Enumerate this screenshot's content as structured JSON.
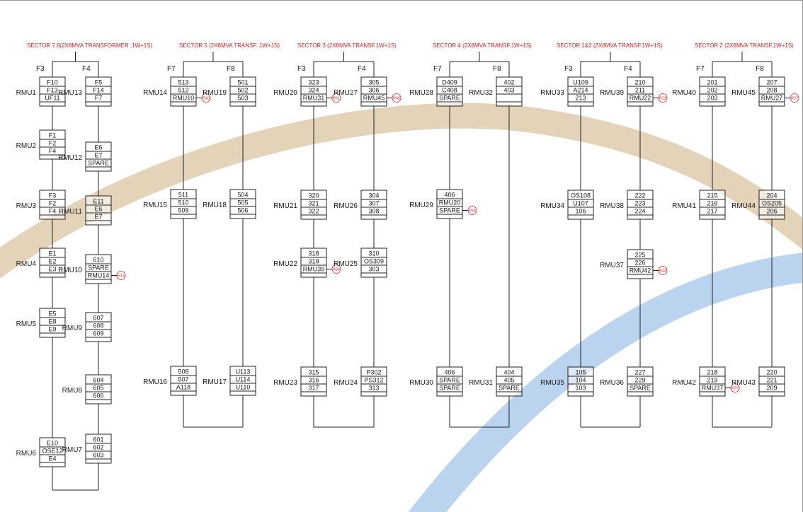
{
  "sectors": [
    {
      "title": "SECTOR 7,8(2X8MVA  TRANSFORMER ,1W+1S)",
      "columns": [
        {
          "feeder": "F3",
          "rmus": [
            {
              "label": "RMU1",
              "cells": [
                "F10",
                "F13",
                "UF11"
              ]
            },
            {
              "label": "RMU2",
              "cells": [
                "F1",
                "F2",
                "F4"
              ]
            },
            {
              "label": "RMU3",
              "cells": [
                "F3",
                "F2",
                "F4"
              ]
            },
            {
              "label": "RMU4",
              "cells": [
                "E1",
                "E2",
                "E3"
              ]
            },
            {
              "label": "RMU5",
              "cells": [
                "E5",
                "E8",
                "E9"
              ]
            },
            {
              "label": "RMU6",
              "cells": [
                "E10",
                "OSE12",
                "E4"
              ]
            }
          ]
        },
        {
          "feeder": "F4",
          "rmus": [
            {
              "label": "RMU13",
              "cells": [
                "F5",
                "F14",
                "F7"
              ]
            },
            {
              "label": "RMU12",
              "cells": [
                "E6",
                "E7",
                "SPARE"
              ]
            },
            {
              "label": "RMU11",
              "cells": [
                "E11",
                "E6",
                "E7"
              ]
            },
            {
              "label": "RMU10",
              "cells": [
                "610",
                "SPARE",
                "RMU14"
              ],
              "marker": "R14"
            },
            {
              "label": "RMU9",
              "cells": [
                "607",
                "608",
                "609"
              ]
            },
            {
              "label": "RMU8",
              "cells": [
                "604",
                "605",
                "606"
              ]
            },
            {
              "label": "RMU7",
              "cells": [
                "601",
                "602",
                "603"
              ]
            }
          ]
        }
      ]
    },
    {
      "title": "SECTOR 5 (2X8MVA TRANSF. 1W+1S)",
      "columns": [
        {
          "feeder": "F7",
          "rmus": [
            {
              "label": "RMU14",
              "cells": [
                "513",
                "512",
                "RMU10"
              ],
              "marker": "R10"
            },
            {
              "label": "RMU15",
              "cells": [
                "511",
                "510",
                "509"
              ]
            },
            {
              "label": "RMU16",
              "cells": [
                "508",
                "507",
                "A118"
              ]
            }
          ]
        },
        {
          "feeder": "F8",
          "rmus": [
            {
              "label": "RMU19",
              "cells": [
                "501",
                "502",
                "503"
              ]
            },
            {
              "label": "RMU18",
              "cells": [
                "504",
                "505",
                "506"
              ]
            },
            {
              "label": "RMU17",
              "cells": [
                "U113",
                "U114",
                "U110"
              ]
            }
          ]
        }
      ]
    },
    {
      "title": "SECTOR 3 (2X8MVA TRANSF.1W+1S)",
      "columns": [
        {
          "feeder": "F3",
          "rmus": [
            {
              "label": "RMU20",
              "cells": [
                "323",
                "324",
                "RMU31"
              ],
              "marker": "R31"
            },
            {
              "label": "RMU21",
              "cells": [
                "320",
                "321",
                "322"
              ]
            },
            {
              "label": "RMU22",
              "cells": [
                "318",
                "319",
                "RMU39"
              ],
              "marker": "R39"
            },
            {
              "label": "RMU23",
              "cells": [
                "315",
                "316",
                "317"
              ]
            }
          ]
        },
        {
          "feeder": "F4",
          "rmus": [
            {
              "label": "RMU27",
              "cells": [
                "305",
                "306",
                "RMU45"
              ],
              "marker": "R45"
            },
            {
              "label": "RMU26",
              "cells": [
                "304",
                "307",
                "308"
              ]
            },
            {
              "label": "RMU25",
              "cells": [
                "310",
                "OS309",
                "303"
              ]
            },
            {
              "label": "RMU24",
              "cells": [
                "P302",
                "PS312",
                "313"
              ]
            }
          ]
        }
      ]
    },
    {
      "title": "SECTOR 4 (2X8MVA TRANSF.1W+1S)",
      "columns": [
        {
          "feeder": "F7",
          "rmus": [
            {
              "label": "RMU28",
              "cells": [
                "D409",
                "C408",
                "SPARE"
              ]
            },
            {
              "label": "RMU29",
              "cells": [
                "406",
                "RMU20",
                "SPARE"
              ],
              "marker": "R20"
            },
            {
              "label": "RMU30",
              "cells": [
                "406",
                "SPARE",
                "SPARE"
              ]
            }
          ]
        },
        {
          "feeder": "F8",
          "rmus": [
            {
              "label": "RMU32",
              "cells": [
                "402",
                "403",
                ""
              ]
            },
            {
              "label": "RMU31",
              "cells": [
                "404",
                "405",
                "SPARE"
              ]
            }
          ]
        }
      ]
    },
    {
      "title": "SECTOR 1&2  (2X8MVA TRANSF.1W+1S)",
      "columns": [
        {
          "feeder": "F3",
          "rmus": [
            {
              "label": "RMU33",
              "cells": [
                "U109",
                "A214",
                "213"
              ]
            },
            {
              "label": "RMU34",
              "cells": [
                "OS108",
                "U107",
                "106"
              ]
            },
            {
              "label": "RMU35",
              "cells": [
                "105",
                "104",
                "103"
              ]
            }
          ]
        },
        {
          "feeder": "F4",
          "rmus": [
            {
              "label": "RMU39",
              "cells": [
                "210",
                "211",
                "RMU22"
              ],
              "marker": "R22"
            },
            {
              "label": "RMU38",
              "cells": [
                "222",
                "223",
                "224"
              ]
            },
            {
              "label": "RMU37",
              "cells": [
                "225",
                "226",
                "RMU42"
              ],
              "marker": "R42"
            },
            {
              "label": "RMU36",
              "cells": [
                "227",
                "229",
                "SPARE"
              ]
            }
          ]
        }
      ]
    },
    {
      "title": "SECTOR 2  (2X8MVA TRANSF.1W+1S)",
      "columns": [
        {
          "feeder": "F7",
          "rmus": [
            {
              "label": "RMU40",
              "cells": [
                "201",
                "202",
                "203"
              ]
            },
            {
              "label": "RMU41",
              "cells": [
                "215",
                "216",
                "217"
              ]
            },
            {
              "label": "RMU42",
              "cells": [
                "218",
                "219",
                "RMU37"
              ],
              "marker": "R37"
            }
          ]
        },
        {
          "feeder": "F8",
          "rmus": [
            {
              "label": "RMU45",
              "cells": [
                "207",
                "208",
                "RMU27"
              ],
              "marker": "R27"
            },
            {
              "label": "RMU44",
              "cells": [
                "204",
                "OS205",
                "206"
              ]
            },
            {
              "label": "RMU43",
              "cells": [
                "220",
                "221",
                "209"
              ]
            }
          ]
        }
      ]
    }
  ],
  "colors": {
    "line": "#222222",
    "sector_title": "#e01b1b",
    "marker": "#e01b1b",
    "tan_band": "#d9c4a0",
    "blue_band": "#a9c8ea"
  }
}
